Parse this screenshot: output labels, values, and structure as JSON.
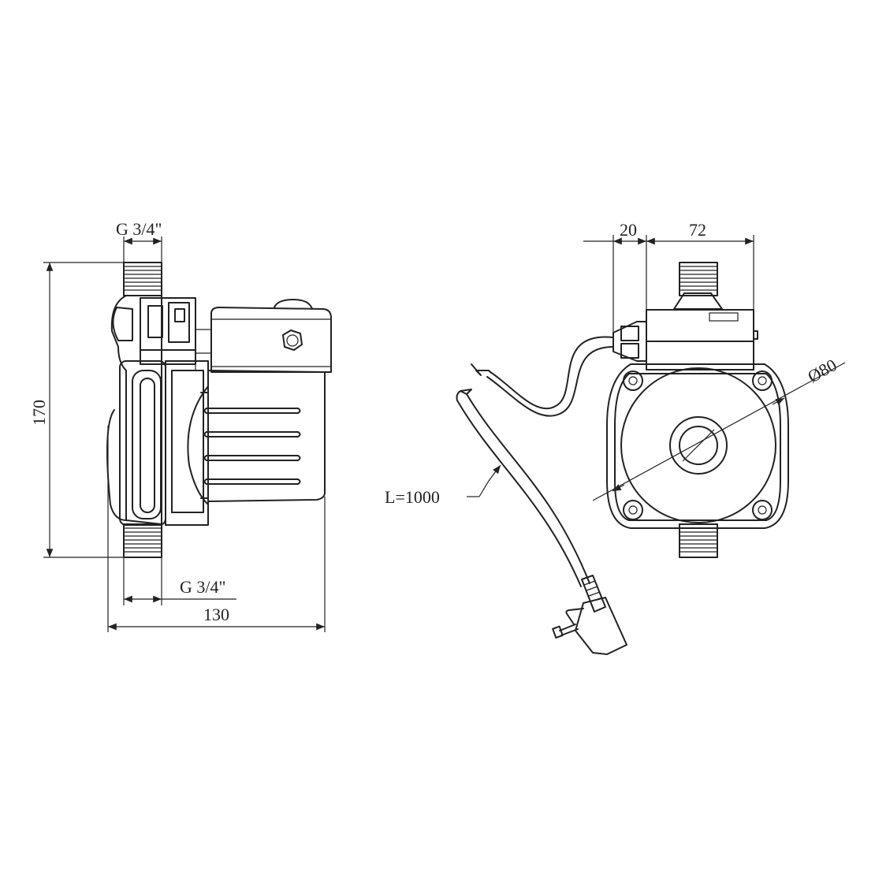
{
  "drawing": {
    "side_view": {
      "top_thread_label": "G 3/4\"",
      "bottom_thread_label": "G 3/4\"",
      "height_label": "170",
      "length_label": "130"
    },
    "front_view": {
      "offset_label": "20",
      "width_label": "72",
      "diameter_label": "Ø80",
      "cable_label": "L=1000"
    }
  }
}
